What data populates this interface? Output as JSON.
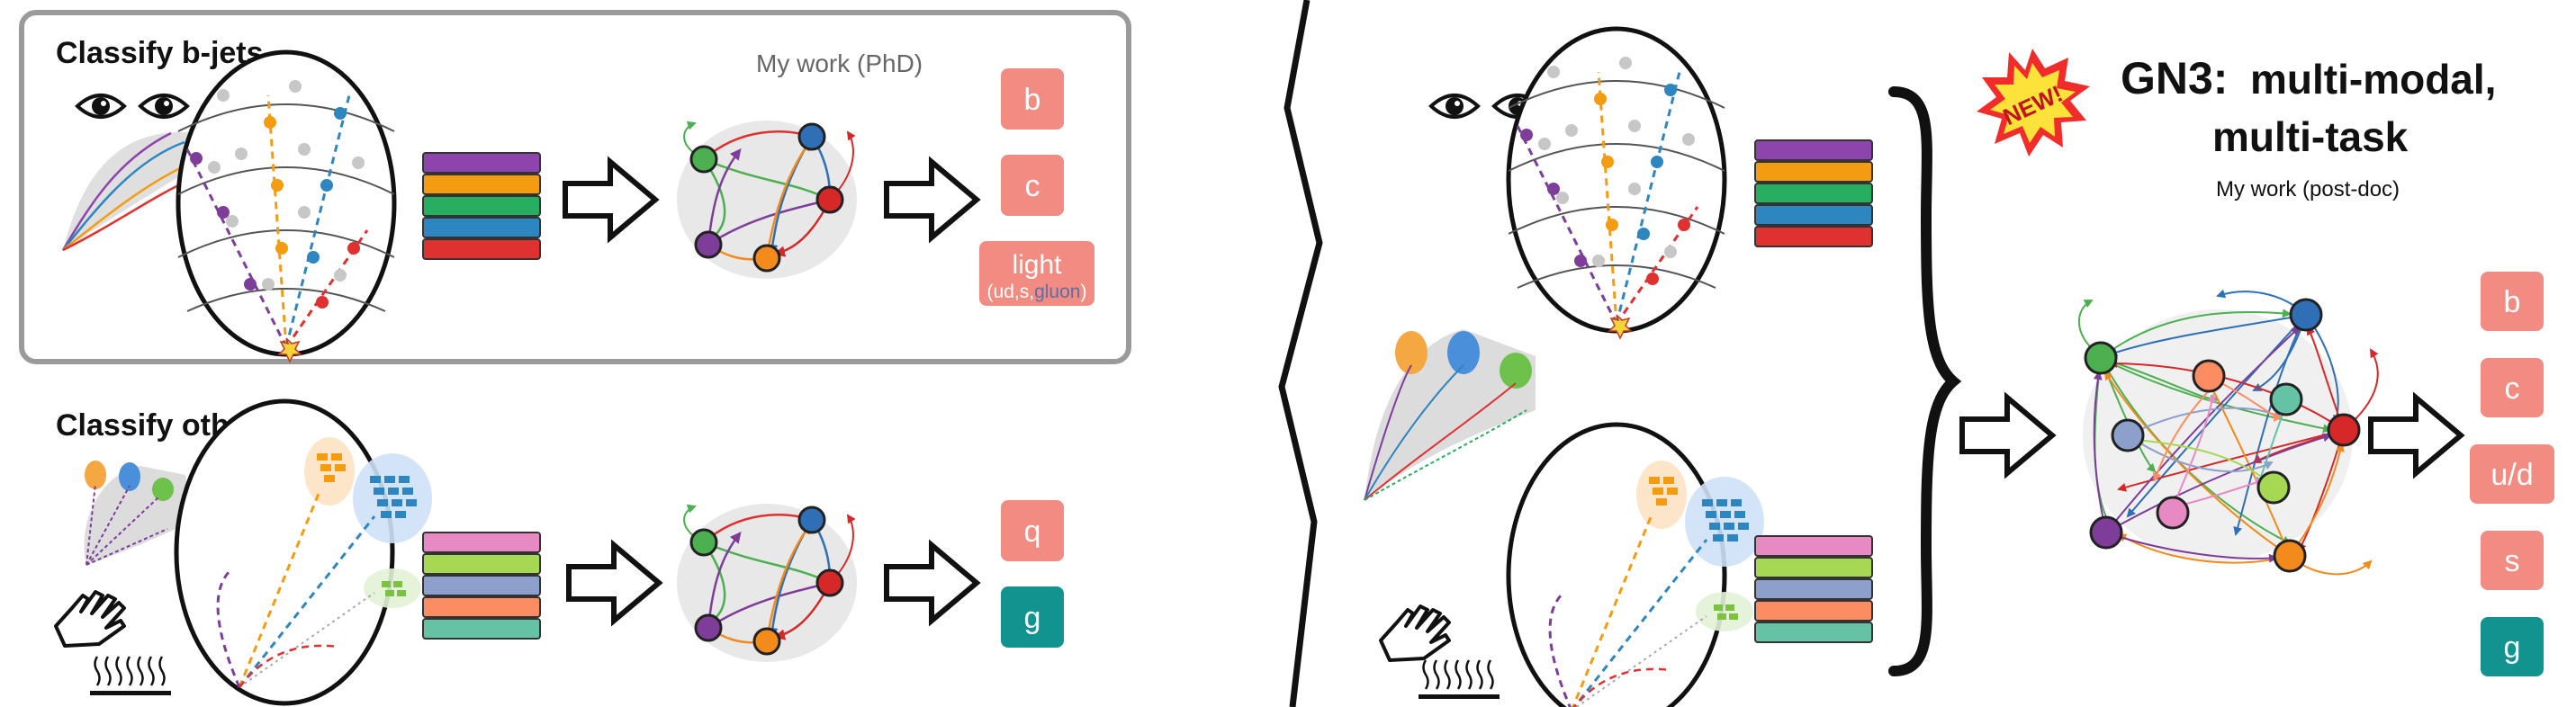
{
  "left_panel": {
    "bjets": {
      "title": "Classify b-jets",
      "subtitle": "My work (PhD)",
      "outputs": [
        "b",
        "c",
        "light"
      ],
      "light_sub": {
        "prefix": "(ud,s,",
        "gluon": "gluon",
        "suffix": ")"
      },
      "stack_colors": [
        "#8e44ad",
        "#f39c12",
        "#27ae60",
        "#2e86c1",
        "#e03131"
      ]
    },
    "otherjets": {
      "title": "Classify other jets",
      "outputs": [
        "q",
        "g"
      ],
      "output_colors": [
        "#f28b82",
        "#12938f"
      ],
      "stack_colors": [
        "#e78ac3",
        "#a6d854",
        "#8da0cb",
        "#fc8d62",
        "#66c2a5"
      ]
    }
  },
  "right_panel": {
    "title_prefix": "GN3:",
    "title_line1": "multi-modal,",
    "title_line2": "multi-task",
    "subtitle": "My work (post-doc)",
    "badge": "NEW!",
    "outputs": [
      "b",
      "c",
      "u/d",
      "s",
      "g"
    ],
    "output_colors": [
      "#f28b82",
      "#f28b82",
      "#f28b82",
      "#f28b82",
      "#12938f"
    ]
  },
  "colors": {
    "box_pink": "#f28b82",
    "box_teal": "#12938f",
    "node_purple": "#7e3d98",
    "node_green": "#4caf50",
    "node_blue": "#2e6fb6",
    "node_orange": "#f28a1c",
    "node_red": "#d62828",
    "gluon_text": "#5a6fa8"
  },
  "icons": [
    "eye-icon",
    "hand-icon",
    "heater-icon",
    "new-badge-icon",
    "arrow-icon"
  ]
}
